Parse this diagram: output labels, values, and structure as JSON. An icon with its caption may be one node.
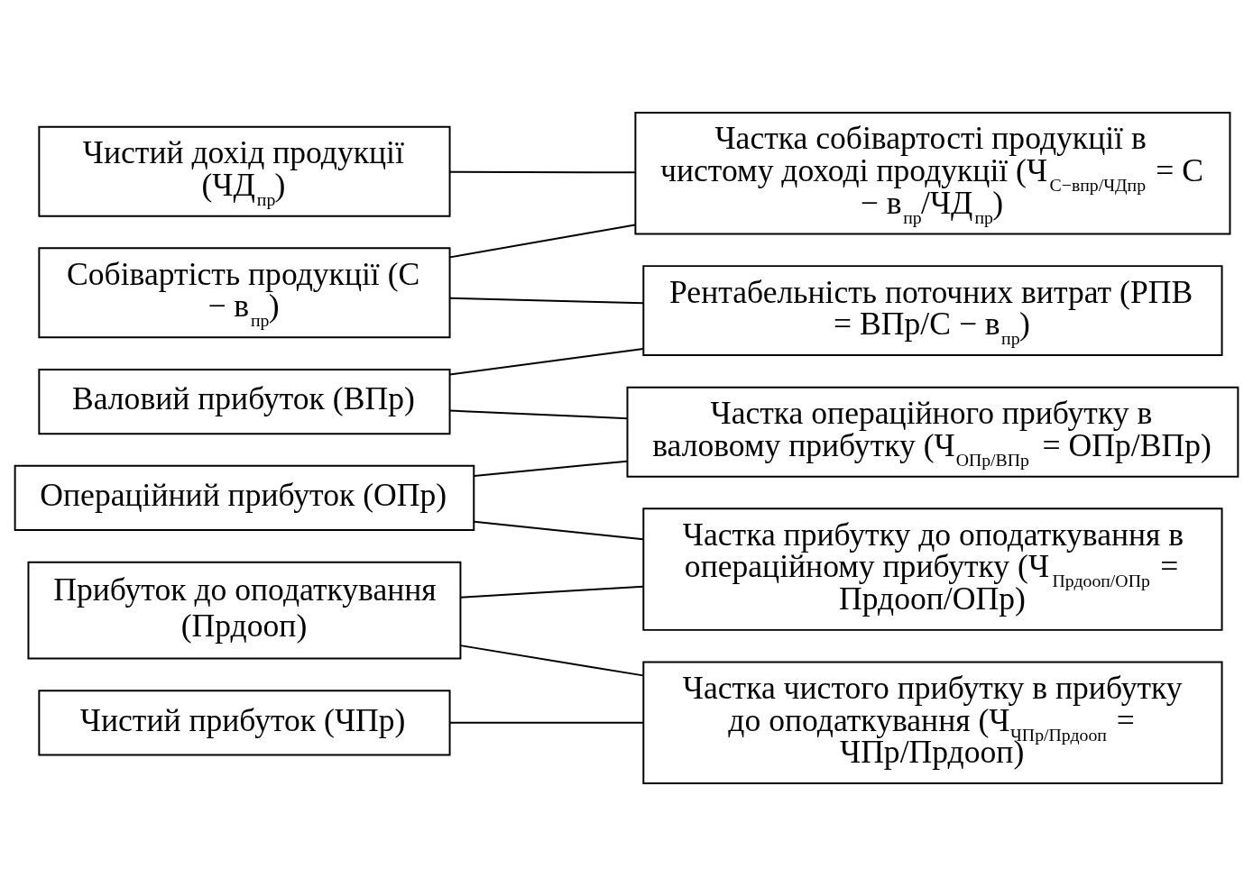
{
  "diagram": {
    "nodes": [
      {
        "text": [
          "Чистий дохід продукції (ЧД$_{пр}$)"
        ]
      },
      {
        "text": [
          "Собівартість продукції (С − в$_{пр}$)"
        ]
      },
      {
        "text": [
          "Валовий прибуток (ВПр)"
        ]
      },
      {
        "text": [
          "Операційний прибуток (ОПр)"
        ]
      },
      {
        "text": [
          "Прибуток до оподаткування (Прдооп)"
        ]
      },
      {
        "text": [
          "Чистий прибуток (ЧПр)"
        ]
      },
      {
        "text": [
          "Частка собівартості продукції в чистому доході продукції (Ч$_{С−впр/ЧДпр}$ = С − в$_{пр}$/ЧД$_{пр}$)"
        ]
      },
      {
        "text": [
          "Рентабельність поточних витрат (РПВ = ВПр/С − в$_{пр}$)"
        ]
      },
      {
        "text": [
          "Частка операційного прибутку в валовому прибутку (Ч$_{ОПр/ВПр}$ = ОПр/ВПр)"
        ]
      },
      {
        "text": [
          "Частка прибутку до оподаткування в операційному прибутку (Ч$_{Прдооп/ОПр}$ = Прдооп/ОПр)"
        ]
      },
      {
        "text": [
          "Частка чистого прибутку в прибутку до оподаткування (Ч$_{ЧПр/Прдооп}$ = ЧПр/Прдооп)"
        ]
      }
    ],
    "edges": [
      {
        "from": 0,
        "to": 6,
        "arrow": "none"
      },
      {
        "from": 1,
        "to": 6,
        "arrow": "none"
      },
      {
        "from": 1,
        "to": 7,
        "arrow": "none"
      },
      {
        "from": 2,
        "to": 7,
        "arrow": "none"
      },
      {
        "from": 2,
        "to": 8,
        "arrow": "none"
      },
      {
        "from": 3,
        "to": 8,
        "arrow": "none"
      },
      {
        "from": 3,
        "to": 9,
        "arrow": "none"
      },
      {
        "from": 4,
        "to": 9,
        "arrow": "none"
      },
      {
        "from": 4,
        "to": 10,
        "arrow": "none"
      },
      {
        "from": 5,
        "to": 10,
        "arrow": "none"
      }
    ]
  }
}
